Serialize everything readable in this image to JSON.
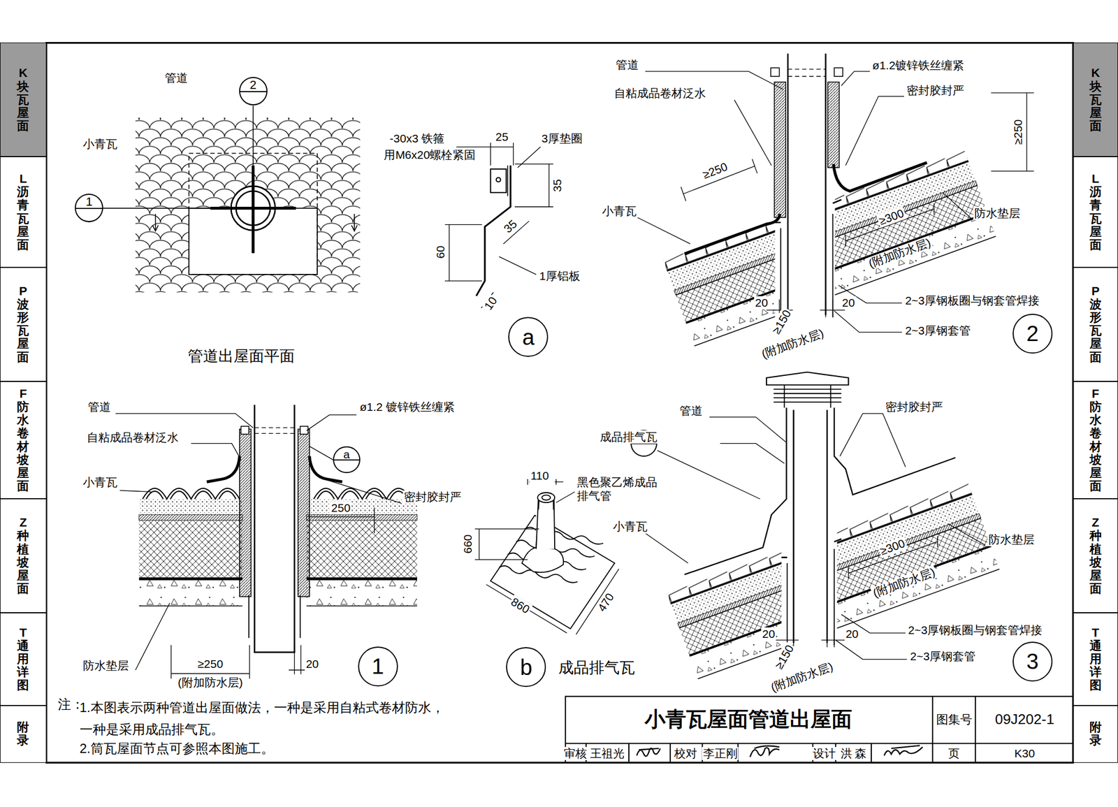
{
  "diagram": {
    "title": "小青瓦屋面管道出屋面",
    "nodes": [
      {
        "text": [
          "K块瓦屋面"
        ]
      },
      {
        "text": [
          "L沥青瓦屋面"
        ]
      },
      {
        "text": [
          "P波形瓦屋面"
        ]
      },
      {
        "text": [
          "F防水卷材坡屋面"
        ]
      },
      {
        "text": [
          "Z种植坡屋面"
        ]
      },
      {
        "text": [
          "T通用详图"
        ]
      },
      {
        "text": [
          "附录"
        ]
      },
      {
        "text": [
          "K块瓦屋面"
        ]
      },
      {
        "text": [
          "L沥青瓦屋面"
        ]
      },
      {
        "text": [
          "P波形瓦屋面"
        ]
      },
      {
        "text": [
          "F防水卷材坡屋面"
        ]
      },
      {
        "text": [
          "Z种植坡屋面"
        ]
      },
      {
        "text": [
          "T通用详图"
        ]
      },
      {
        "text": [
          "附录"
        ]
      },
      {
        "text": [
          "2"
        ]
      },
      {
        "text": [
          "1"
        ]
      },
      {
        "text": [
          "a"
        ]
      },
      {
        "text": [
          "2"
        ]
      },
      {
        "text": [
          "a"
        ]
      },
      {
        "text": [
          "1"
        ]
      },
      {
        "text": [
          "b"
        ]
      },
      {
        "text": [
          "b"
        ]
      },
      {
        "text": [
          "3"
        ]
      }
    ],
    "labels": [
      "管道",
      "小青瓦",
      "管道出屋面平面",
      "-30x3 铁箍",
      "用M6x20螺栓紧固",
      "25",
      "3厚垫圈",
      "35",
      "35",
      "60",
      "10",
      "1厚铝板",
      "管道",
      "自粘成品卷材泛水",
      "ø1.2镀锌铁丝缠紧",
      "密封胶封严",
      "≥250",
      "≥250",
      "小青瓦",
      "防水垫层",
      "≥300",
      "(附加防水层)",
      "2~3厚钢板圈与钢套管焊接",
      "20",
      "≥150",
      "(附加防水层)",
      "20",
      "2~3厚钢套管",
      "管道",
      "自粘成品卷材泛水",
      "ø1.2 镀锌铁丝缠紧",
      "小青瓦",
      "250",
      "密封胶封严",
      "防水垫层",
      "≥250",
      "(附加防水层)",
      "20",
      "110",
      "黑色聚乙烯成品 排气管",
      "660",
      "860",
      "470",
      "成品排气瓦",
      "管道",
      "成品排气瓦",
      "密封胶封严",
      "小青瓦",
      "防水垫层",
      "≥300",
      "(附加防水层)",
      "2~3厚钢板圈与钢套管焊接",
      "20",
      "≥150",
      "(附加防水层)",
      "20",
      "2~3厚钢套管",
      "注：",
      "1.本图表示两种管道出屋面做法，一种是采用自粘式卷材防水， 一种是采用成品排气瓦。",
      "2.筒瓦屋面节点可参照本图施工。",
      "图集号",
      "09J202-1",
      "审核",
      "王祖光",
      "校对",
      "李正刚",
      "设计",
      "洪 森",
      "页",
      "K30"
    ]
  }
}
